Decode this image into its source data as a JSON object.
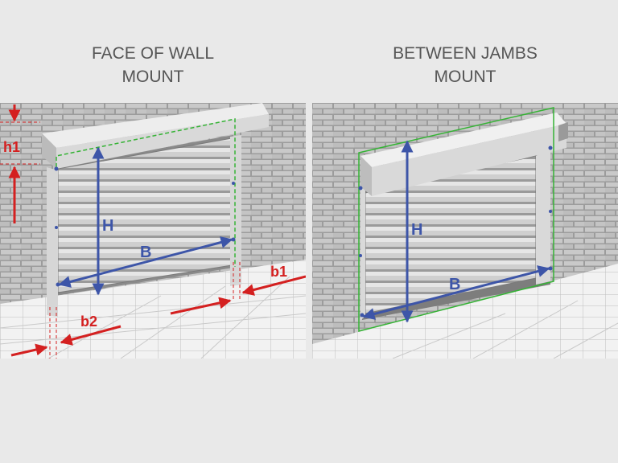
{
  "titles": {
    "left": {
      "line1": "FACE OF WALL",
      "line2": "MOUNT"
    },
    "right": {
      "line1": "BETWEEN JAMBS",
      "line2": "MOUNT"
    }
  },
  "labels": {
    "left": {
      "h1": "h1",
      "H": "H",
      "B": "B",
      "b1": "b1",
      "b2": "b2"
    },
    "right": {
      "H": "H",
      "B": "B"
    }
  },
  "colors": {
    "background": "#e9e9e9",
    "dimension_blue": "#3d55a8",
    "dimension_red": "#d42020",
    "guide_green": "#36b336"
  }
}
